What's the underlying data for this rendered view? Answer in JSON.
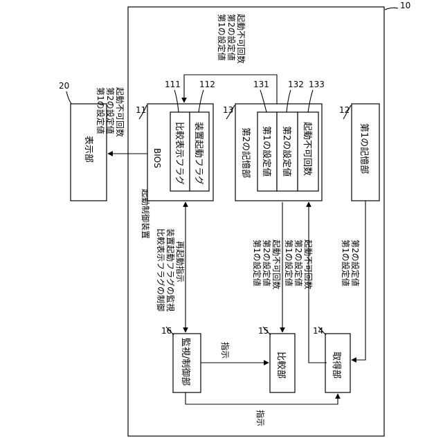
{
  "apparatus": {
    "label": "起動制御装置",
    "ref": "10"
  },
  "bios": {
    "label": "BIOS",
    "ref": "11",
    "flags": [
      {
        "label": "比較表示フラグ",
        "ref": "111"
      },
      {
        "label": "装置起動フラグ",
        "ref": "112"
      }
    ]
  },
  "storage2": {
    "label": "第2の記憶部",
    "ref": "13",
    "cells": [
      {
        "label": "第1の設定値",
        "ref": "131"
      },
      {
        "label": "第2の設定値",
        "ref": "132"
      },
      {
        "label": "起動不可回数",
        "ref": "133"
      }
    ]
  },
  "storage1": {
    "label": "第1の記憶部",
    "ref": "12"
  },
  "display": {
    "label": "表示部",
    "ref": "20"
  },
  "monitor": {
    "label": "監視/制御部",
    "ref": "16"
  },
  "compare": {
    "label": "比較部",
    "ref": "15"
  },
  "acquire": {
    "label": "取得部",
    "ref": "14"
  },
  "annotations": {
    "to_display": [
      "第1の設定値",
      "第2の設定値",
      "起動不可回数"
    ],
    "to_bios_top": [
      "第1の設定値",
      "第2の設定値",
      "起動不可回数"
    ],
    "bios_monitor": [
      "比較表示フラグの制御",
      "装置起動フラグの監視",
      "再起動指示"
    ],
    "storage2_compare": [
      "第1の設定値",
      "第2の設定値",
      "起動不可回数"
    ],
    "acquire_storage2": [
      "第1の設定値",
      "第2の設定値",
      "起動不可回数"
    ],
    "acquire_storage1": [
      "第1の設定値",
      "第2の設定値"
    ],
    "monitor_compare": "指示",
    "monitor_acquire": "指示"
  }
}
